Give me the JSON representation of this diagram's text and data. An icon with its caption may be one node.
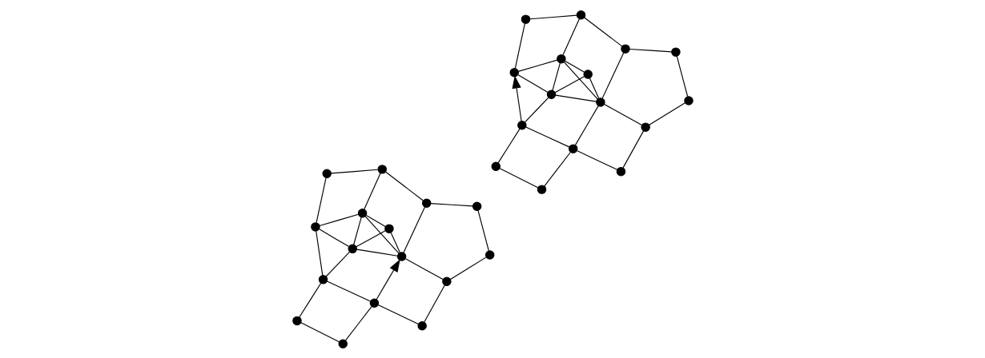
{
  "diagram": {
    "nodes": [
      {
        "text": [],
        "shape": "circle"
      },
      {
        "text": [],
        "shape": "circle"
      },
      {
        "text": [],
        "shape": "circle"
      },
      {
        "text": [],
        "shape": "circle"
      },
      {
        "text": [],
        "shape": "circle"
      },
      {
        "text": [],
        "shape": "circle"
      },
      {
        "text": [],
        "shape": "circle"
      },
      {
        "text": [],
        "shape": "circle"
      },
      {
        "text": [],
        "shape": "circle"
      },
      {
        "text": [],
        "shape": "circle"
      },
      {
        "text": [],
        "shape": "circle"
      },
      {
        "text": [],
        "shape": "circle"
      },
      {
        "text": [],
        "shape": "circle"
      },
      {
        "text": [],
        "shape": "circle"
      },
      {
        "text": [],
        "shape": "circle"
      },
      {
        "text": [],
        "shape": "circle"
      },
      {
        "text": [],
        "shape": "circle"
      },
      {
        "text": [],
        "shape": "circle"
      },
      {
        "text": [],
        "shape": "circle"
      },
      {
        "text": [],
        "shape": "circle"
      },
      {
        "text": [],
        "shape": "circle"
      },
      {
        "text": [],
        "shape": "circle"
      },
      {
        "text": [],
        "shape": "circle"
      },
      {
        "text": [],
        "shape": "circle"
      },
      {
        "text": [],
        "shape": "circle"
      },
      {
        "text": [],
        "shape": "circle"
      },
      {
        "text": [],
        "shape": "circle"
      },
      {
        "text": [],
        "shape": "circle"
      },
      {
        "text": [],
        "shape": "circle"
      },
      {
        "text": [],
        "shape": "circle"
      },
      {
        "text": [],
        "shape": "circle"
      },
      {
        "text": [],
        "shape": "circle"
      }
    ],
    "edges": [
      {
        "from": 0,
        "to": 1,
        "arrow": "none"
      },
      {
        "from": 0,
        "to": 2,
        "arrow": "none"
      },
      {
        "from": 2,
        "to": 3,
        "arrow": "none"
      },
      {
        "from": 3,
        "to": 1,
        "arrow": "none"
      },
      {
        "from": 1,
        "to": 4,
        "arrow": "none"
      },
      {
        "from": 1,
        "to": 5,
        "arrow": "none"
      },
      {
        "from": 3,
        "to": 7,
        "arrow": "none"
      },
      {
        "from": 3,
        "to": 8,
        "arrow": "to"
      },
      {
        "from": 7,
        "to": 10,
        "arrow": "none"
      },
      {
        "from": 10,
        "to": 8,
        "arrow": "none"
      },
      {
        "from": 10,
        "to": 14,
        "arrow": "none"
      },
      {
        "from": 14,
        "to": 15,
        "arrow": "none"
      },
      {
        "from": 15,
        "to": 13,
        "arrow": "none"
      },
      {
        "from": 13,
        "to": 12,
        "arrow": "none"
      },
      {
        "from": 12,
        "to": 6,
        "arrow": "none"
      },
      {
        "from": 5,
        "to": 6,
        "arrow": "none"
      },
      {
        "from": 4,
        "to": 5,
        "arrow": "none"
      },
      {
        "from": 4,
        "to": 8,
        "arrow": "none"
      },
      {
        "from": 4,
        "to": 9,
        "arrow": "none"
      },
      {
        "from": 4,
        "to": 11,
        "arrow": "none"
      },
      {
        "from": 8,
        "to": 9,
        "arrow": "none"
      },
      {
        "from": 8,
        "to": 11,
        "arrow": "none"
      },
      {
        "from": 9,
        "to": 11,
        "arrow": "none"
      },
      {
        "from": 11,
        "to": 5,
        "arrow": "none"
      },
      {
        "from": 11,
        "to": 12,
        "arrow": "none"
      },
      {
        "from": 8,
        "to": 13,
        "arrow": "none"
      },
      {
        "from": 16,
        "to": 17,
        "arrow": "none"
      },
      {
        "from": 16,
        "to": 18,
        "arrow": "none"
      },
      {
        "from": 18,
        "to": 19,
        "arrow": "none"
      },
      {
        "from": 19,
        "to": 17,
        "arrow": "none"
      },
      {
        "from": 17,
        "to": 20,
        "arrow": "none"
      },
      {
        "from": 17,
        "to": 21,
        "arrow": "to"
      },
      {
        "from": 19,
        "to": 23,
        "arrow": "none"
      },
      {
        "from": 19,
        "to": 24,
        "arrow": "none"
      },
      {
        "from": 23,
        "to": 26,
        "arrow": "none"
      },
      {
        "from": 26,
        "to": 24,
        "arrow": "none"
      },
      {
        "from": 26,
        "to": 30,
        "arrow": "none"
      },
      {
        "from": 30,
        "to": 31,
        "arrow": "none"
      },
      {
        "from": 31,
        "to": 29,
        "arrow": "none"
      },
      {
        "from": 29,
        "to": 28,
        "arrow": "none"
      },
      {
        "from": 28,
        "to": 22,
        "arrow": "none"
      },
      {
        "from": 21,
        "to": 22,
        "arrow": "none"
      },
      {
        "from": 20,
        "to": 21,
        "arrow": "none"
      },
      {
        "from": 20,
        "to": 24,
        "arrow": "none"
      },
      {
        "from": 20,
        "to": 25,
        "arrow": "none"
      },
      {
        "from": 20,
        "to": 27,
        "arrow": "none"
      },
      {
        "from": 24,
        "to": 25,
        "arrow": "none"
      },
      {
        "from": 24,
        "to": 27,
        "arrow": "none"
      },
      {
        "from": 25,
        "to": 27,
        "arrow": "none"
      },
      {
        "from": 27,
        "to": 21,
        "arrow": "none"
      },
      {
        "from": 27,
        "to": 28,
        "arrow": "none"
      },
      {
        "from": 24,
        "to": 29,
        "arrow": "none"
      }
    ]
  }
}
